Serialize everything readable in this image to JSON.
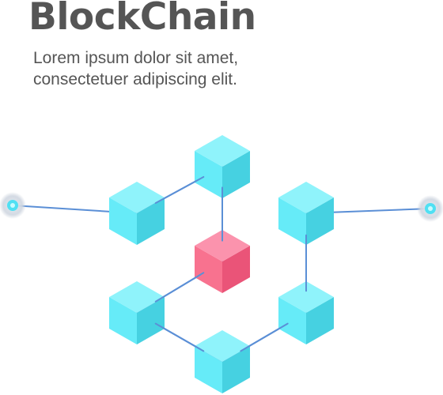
{
  "header": {
    "title": "BlockChain",
    "subtitle_line1": "Lorem ipsum dolor sit amet,",
    "subtitle_line2": "consectetuer adipiscing elit."
  },
  "colors": {
    "text": "#555555",
    "connector": "#5b8fd6",
    "block_top": "#8ff3fb",
    "block_left": "#66ebf8",
    "block_right": "#46d1e1",
    "center_top": "#fb93ad",
    "center_left": "#f8728f",
    "center_right": "#ea5478",
    "node_glow": "#c9d0dc",
    "node_core": "#4fe0f3"
  },
  "diagram": {
    "blocks": [
      {
        "id": "top",
        "kind": "chain"
      },
      {
        "id": "upper-left",
        "kind": "chain"
      },
      {
        "id": "upper-right",
        "kind": "chain"
      },
      {
        "id": "center",
        "kind": "highlighted"
      },
      {
        "id": "lower-left",
        "kind": "chain"
      },
      {
        "id": "lower-right",
        "kind": "chain"
      },
      {
        "id": "bottom",
        "kind": "chain"
      }
    ],
    "external_nodes": [
      {
        "id": "left-node",
        "connects_to": "upper-left"
      },
      {
        "id": "right-node",
        "connects_to": "upper-right"
      }
    ],
    "connections": [
      [
        "upper-left",
        "top"
      ],
      [
        "top",
        "center"
      ],
      [
        "center",
        "lower-left"
      ],
      [
        "lower-left",
        "bottom"
      ],
      [
        "bottom",
        "lower-right"
      ],
      [
        "lower-right",
        "upper-right"
      ]
    ]
  }
}
